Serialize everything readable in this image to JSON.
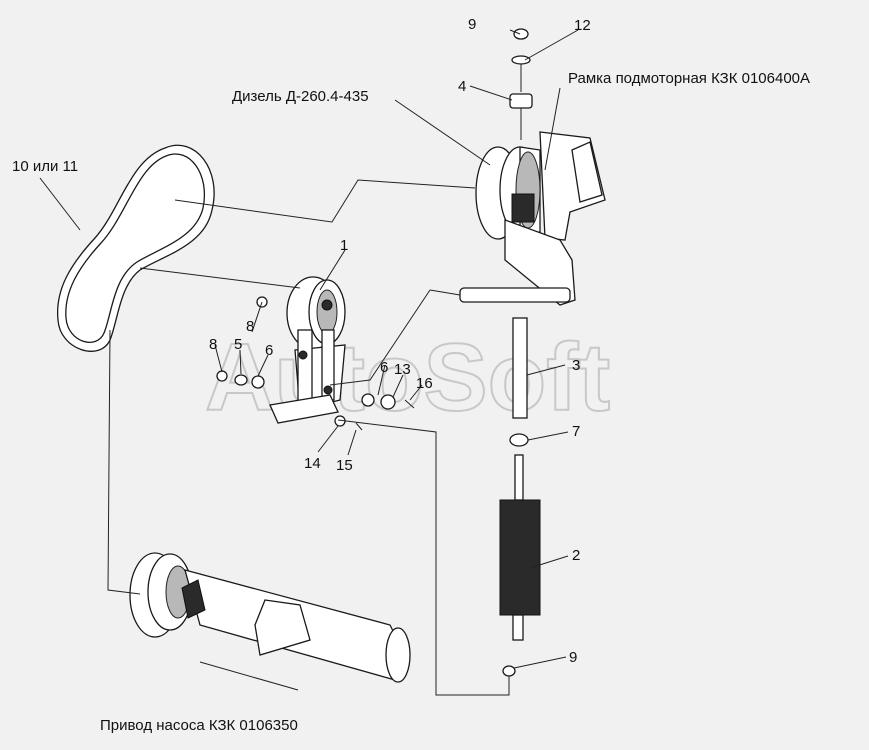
{
  "watermark": "AutoSoft",
  "assembly_labels": {
    "engine": "Дизель Д-260.4-435",
    "frame": "Рамка подмоторная КЗК 0106400А",
    "pump_drive": "Привод насоса КЗК 0106350"
  },
  "callouts": {
    "c9_top": "9",
    "c12": "12",
    "c4": "4",
    "c10_11": "10 или 11",
    "c1": "1",
    "c8_upper": "8",
    "c8_lower": "8",
    "c5": "5",
    "c6_left": "6",
    "c6_right": "6",
    "c13": "13",
    "c16": "16",
    "c3": "3",
    "c14": "14",
    "c15": "15",
    "c7": "7",
    "c2": "2",
    "c9_bottom": "9"
  }
}
